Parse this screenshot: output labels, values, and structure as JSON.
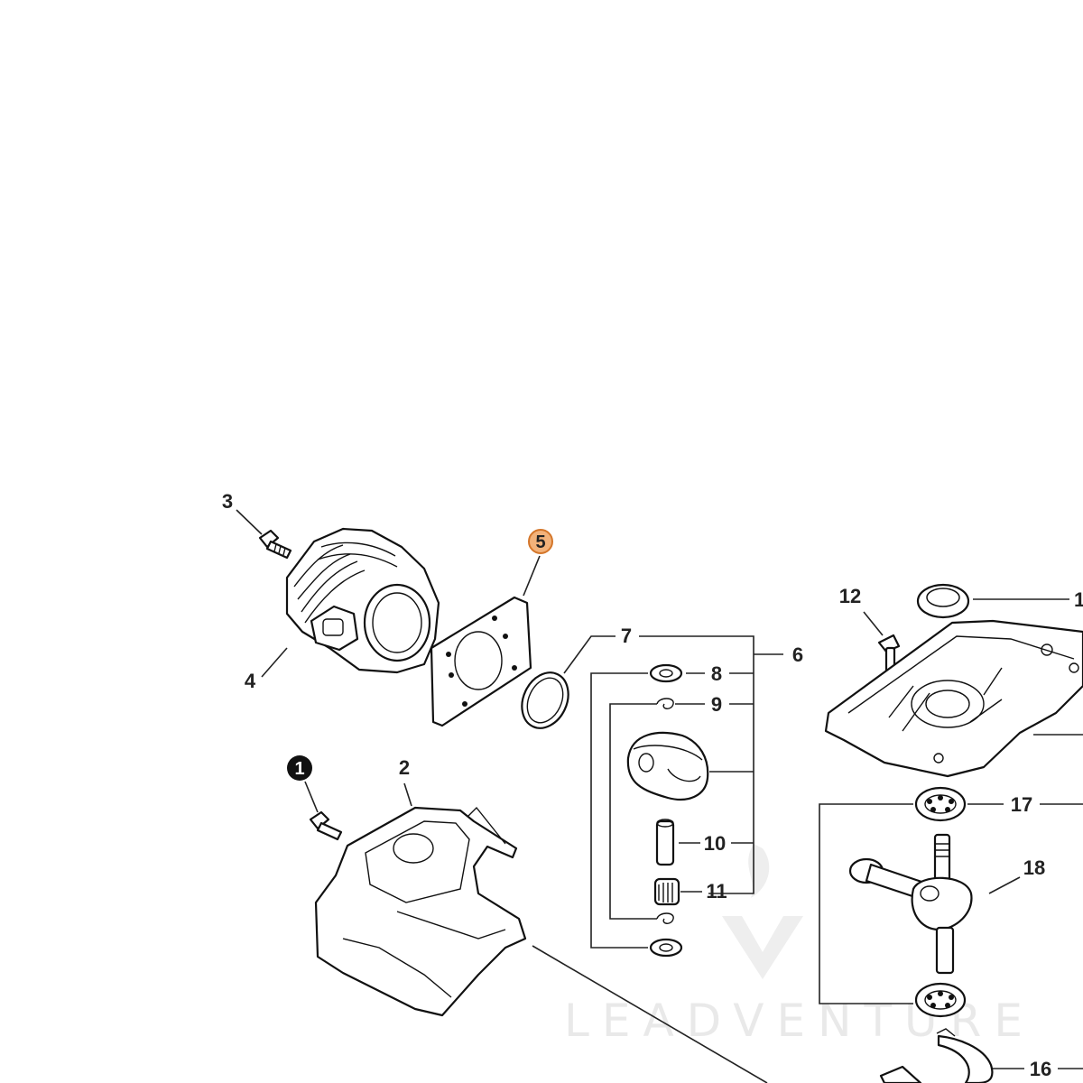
{
  "diagram": {
    "callouts": [
      {
        "id": "c1",
        "text": "1",
        "style": "filled-black"
      },
      {
        "id": "c2",
        "text": "2",
        "style": "plain"
      },
      {
        "id": "c3",
        "text": "3",
        "style": "plain"
      },
      {
        "id": "c4",
        "text": "4",
        "style": "plain"
      },
      {
        "id": "c5",
        "text": "5",
        "style": "highlighted"
      },
      {
        "id": "c6",
        "text": "6",
        "style": "plain"
      },
      {
        "id": "c7",
        "text": "7",
        "style": "plain"
      },
      {
        "id": "c8",
        "text": "8",
        "style": "plain"
      },
      {
        "id": "c9",
        "text": "9",
        "style": "plain"
      },
      {
        "id": "c10",
        "text": "10",
        "style": "plain"
      },
      {
        "id": "c11",
        "text": "11",
        "style": "plain"
      },
      {
        "id": "c12",
        "text": "12",
        "style": "plain"
      },
      {
        "id": "c13",
        "text": "1",
        "style": "plain"
      },
      {
        "id": "c16",
        "text": "16",
        "style": "plain"
      },
      {
        "id": "c17",
        "text": "17",
        "style": "plain"
      },
      {
        "id": "c18",
        "text": "18",
        "style": "plain"
      }
    ],
    "highlight_color": "#f2b27a",
    "highlight_border": "#d4762a",
    "filled_callout_color": "#111111"
  },
  "watermark": {
    "text": "LEADVENTURE",
    "color": "#e9e9e9"
  }
}
